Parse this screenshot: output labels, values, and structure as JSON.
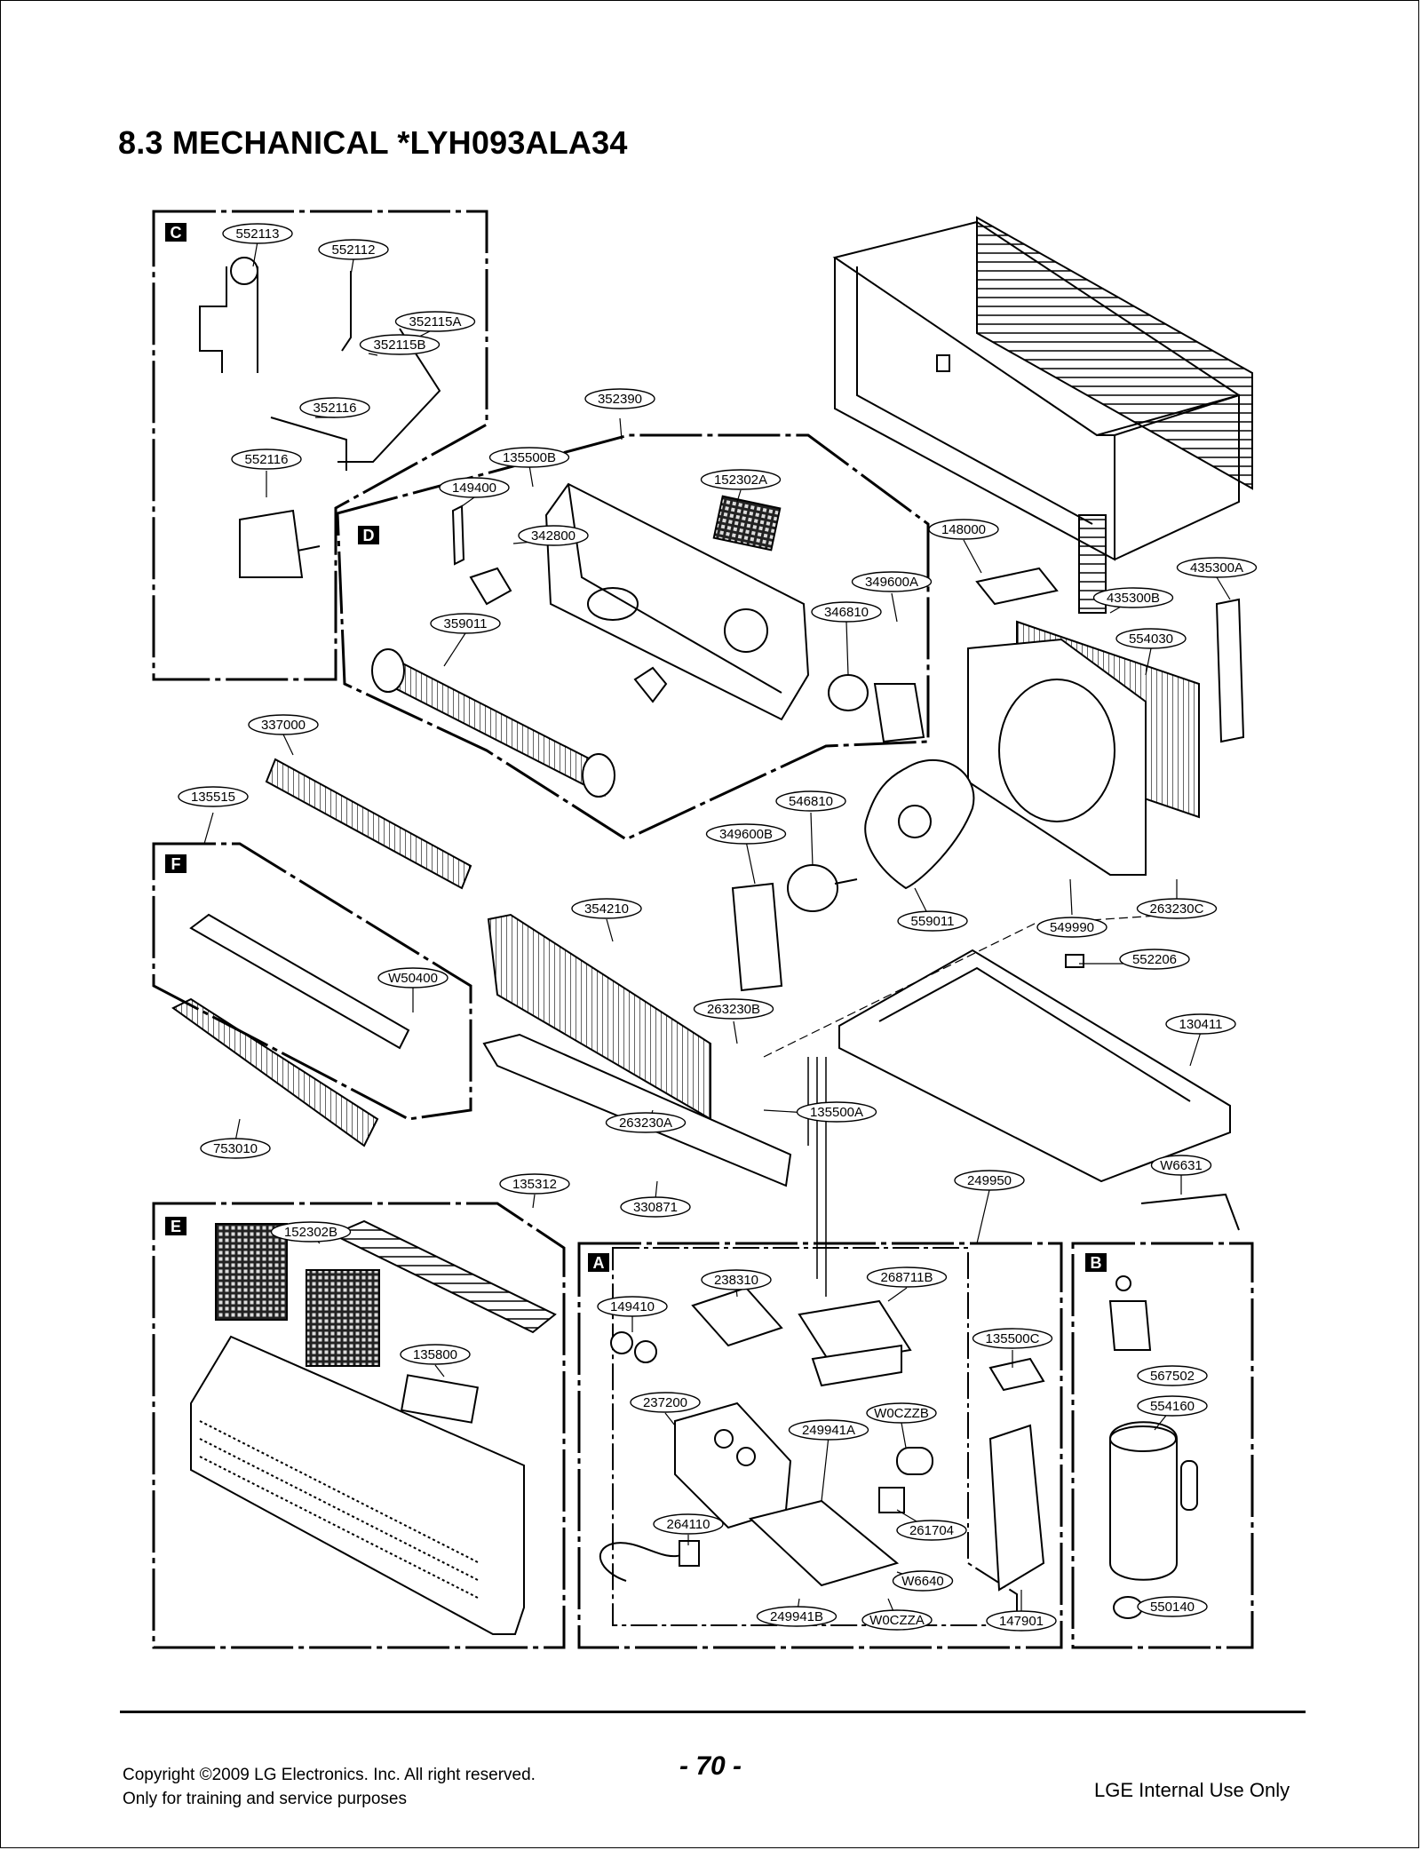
{
  "title": "8.3 MECHANICAL *LYH093ALA34",
  "sections": [
    {
      "letter": "C"
    },
    {
      "letter": "D"
    },
    {
      "letter": "F"
    },
    {
      "letter": "E"
    },
    {
      "letter": "A"
    },
    {
      "letter": "B"
    }
  ],
  "parts": [
    "552113",
    "552112",
    "352115A",
    "352115B",
    "352116",
    "552116",
    "352390",
    "135500B",
    "149400",
    "152302A",
    "342800",
    "148000",
    "435300A",
    "349600A",
    "435300B",
    "346810",
    "359011",
    "554030",
    "337000",
    "135515",
    "546810",
    "349600B",
    "354210",
    "559011",
    "549990",
    "263230C",
    "W50400",
    "552206",
    "263230B",
    "130411",
    "135500A",
    "263230A",
    "753010",
    "W6631",
    "135312",
    "249950",
    "330871",
    "152302B",
    "238310",
    "268711B",
    "149410",
    "135500C",
    "135800",
    "567502",
    "237200",
    "W0CZZB",
    "249941A",
    "554160",
    "264110",
    "261704",
    "W6640",
    "249941B",
    "W0CZZA",
    "147901",
    "550140"
  ],
  "footer": {
    "copyright": "Copyright ©2009 LG Electronics. Inc. All right reserved.",
    "purpose": "Only for training and service purposes",
    "page": "- 70 -",
    "internal": "LGE Internal Use Only"
  }
}
